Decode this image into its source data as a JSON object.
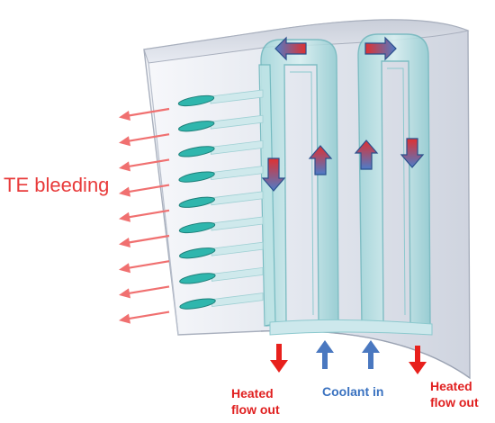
{
  "labels": {
    "te_bleeding": "TE bleeding",
    "heated_left": [
      "Heated",
      "flow out"
    ],
    "coolant_in": "Coolant in",
    "heated_right": [
      "Heated",
      "flow out"
    ]
  },
  "colors": {
    "red": "#e83a3a",
    "blue": "#3a72c0",
    "cyan": "#32b8b0",
    "channel_tint": "#cde8ec",
    "shell": "#dde2ea"
  },
  "icons": [
    "red-arrow-icon",
    "blue-arrow-icon",
    "red-blue-arrow-icon"
  ],
  "te_rows": 9
}
